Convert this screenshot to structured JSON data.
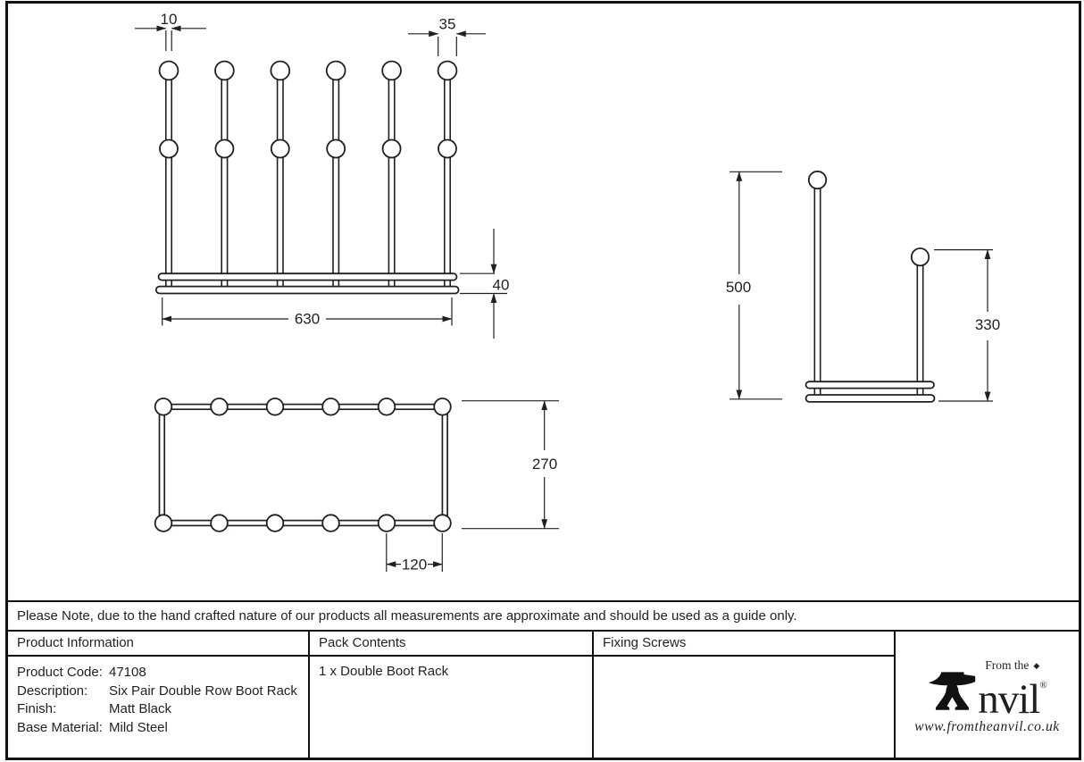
{
  "note": {
    "text": "Please Note, due to the hand crafted nature of our products all measurements are approximate and should be used as a guide only."
  },
  "dimensions": {
    "front": {
      "post_width": "10",
      "knob_width": "35",
      "rail_height": "40",
      "overall_width": "630"
    },
    "plan": {
      "depth": "270",
      "post_spacing": "120"
    },
    "side": {
      "back_height": "500",
      "front_height": "330"
    }
  },
  "table": {
    "product_information": {
      "header": "Product Information",
      "rows": [
        {
          "label": "Product Code:",
          "value": "47108"
        },
        {
          "label": "Description:",
          "value": "Six Pair Double Row Boot Rack"
        },
        {
          "label": "Finish:",
          "value": "Matt Black"
        },
        {
          "label": "Base Material:",
          "value": "Mild Steel"
        }
      ]
    },
    "pack_contents": {
      "header": "Pack Contents",
      "value": "1 x Double Boot Rack"
    },
    "fixing_screws": {
      "header": "Fixing Screws",
      "value": ""
    }
  },
  "logo": {
    "prefix": "From the",
    "diamond": "◆",
    "wordmark": "nvil",
    "registered": "®",
    "website": "www.fromtheanvil.co.uk"
  },
  "colors": {
    "line": "#231f20",
    "border": "#111111",
    "background": "#ffffff"
  }
}
